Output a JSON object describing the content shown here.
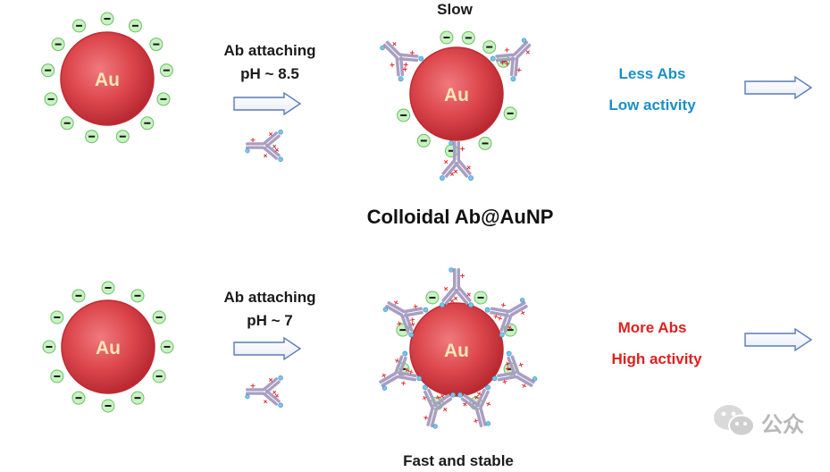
{
  "labels": {
    "slow": "Slow",
    "center_title": "Colloidal Ab@AuNP",
    "fast": "Fast and stable",
    "top_step": [
      "Ab attaching",
      "pH ~ 8.5"
    ],
    "bottom_step": [
      "Ab attaching",
      "pH ~ 7"
    ],
    "top_result": [
      "Less Abs",
      "Low activity"
    ],
    "bottom_result": [
      "More Abs",
      "High activity"
    ],
    "particle": "Au",
    "watermark": "公众"
  },
  "colors": {
    "gold_core": "#d9444a",
    "gold_edge": "#c02a32",
    "charge_fill": "#c9f2c3",
    "charge_stroke": "#6bbf65",
    "antibody": "#a99ec2",
    "blue_text": "#1b8fc6",
    "red_text": "#e0201f",
    "arrow_stroke": "#5b7bb8"
  }
}
